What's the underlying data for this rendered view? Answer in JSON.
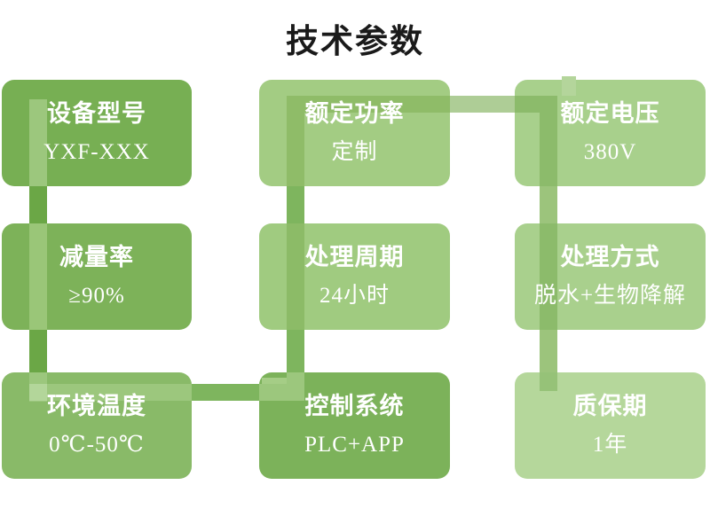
{
  "title": "技术参数",
  "boxes": [
    {
      "label": "设备型号",
      "value": "YXF-XXX",
      "bg": "#77AF53"
    },
    {
      "label": "额定功率",
      "value": "定制",
      "bg": "#A3CC83"
    },
    {
      "label": "额定电压",
      "value": "380V",
      "bg": "#A8D08C"
    },
    {
      "label": "减量率",
      "value": "≥90%",
      "bg": "#7DB259"
    },
    {
      "label": "处理周期",
      "value": "24小时",
      "bg": "#A0CB80"
    },
    {
      "label": "处理方式",
      "value": "脱水+生物降解",
      "bg": "#A9D08D"
    },
    {
      "label": "环境温度",
      "value": "0℃-50℃",
      "bg": "#89BA68"
    },
    {
      "label": "控制系统",
      "value": "PLC+APP",
      "bg": "#7CB25A"
    },
    {
      "label": "质保期",
      "value": "1年",
      "bg": "#B5D79B"
    }
  ],
  "colors": {
    "background": "#FFFFFF",
    "title_text": "#1A1A1A",
    "box_text": "#FFFFFF",
    "connector": {
      "over_dark_box": "#9CC77D",
      "over_mid_box": "#9AC678",
      "over_light_box": "#8CBB67",
      "over_light_box_alt": "#8FBC68",
      "col1_gap": "#6BA746",
      "col2_gap": "#7EB55E",
      "col3_gap": "#9CC47C",
      "col3_over_box": "#8CBB6B",
      "top_bar_over_white": "#AECD96",
      "bottom_bar_over_white": "#7EB55E",
      "corner_highlight": "#B3D69A",
      "corner_mid": "#A5CD86",
      "end_notch": "#96C278",
      "decor_square": "#B4D59B"
    }
  }
}
